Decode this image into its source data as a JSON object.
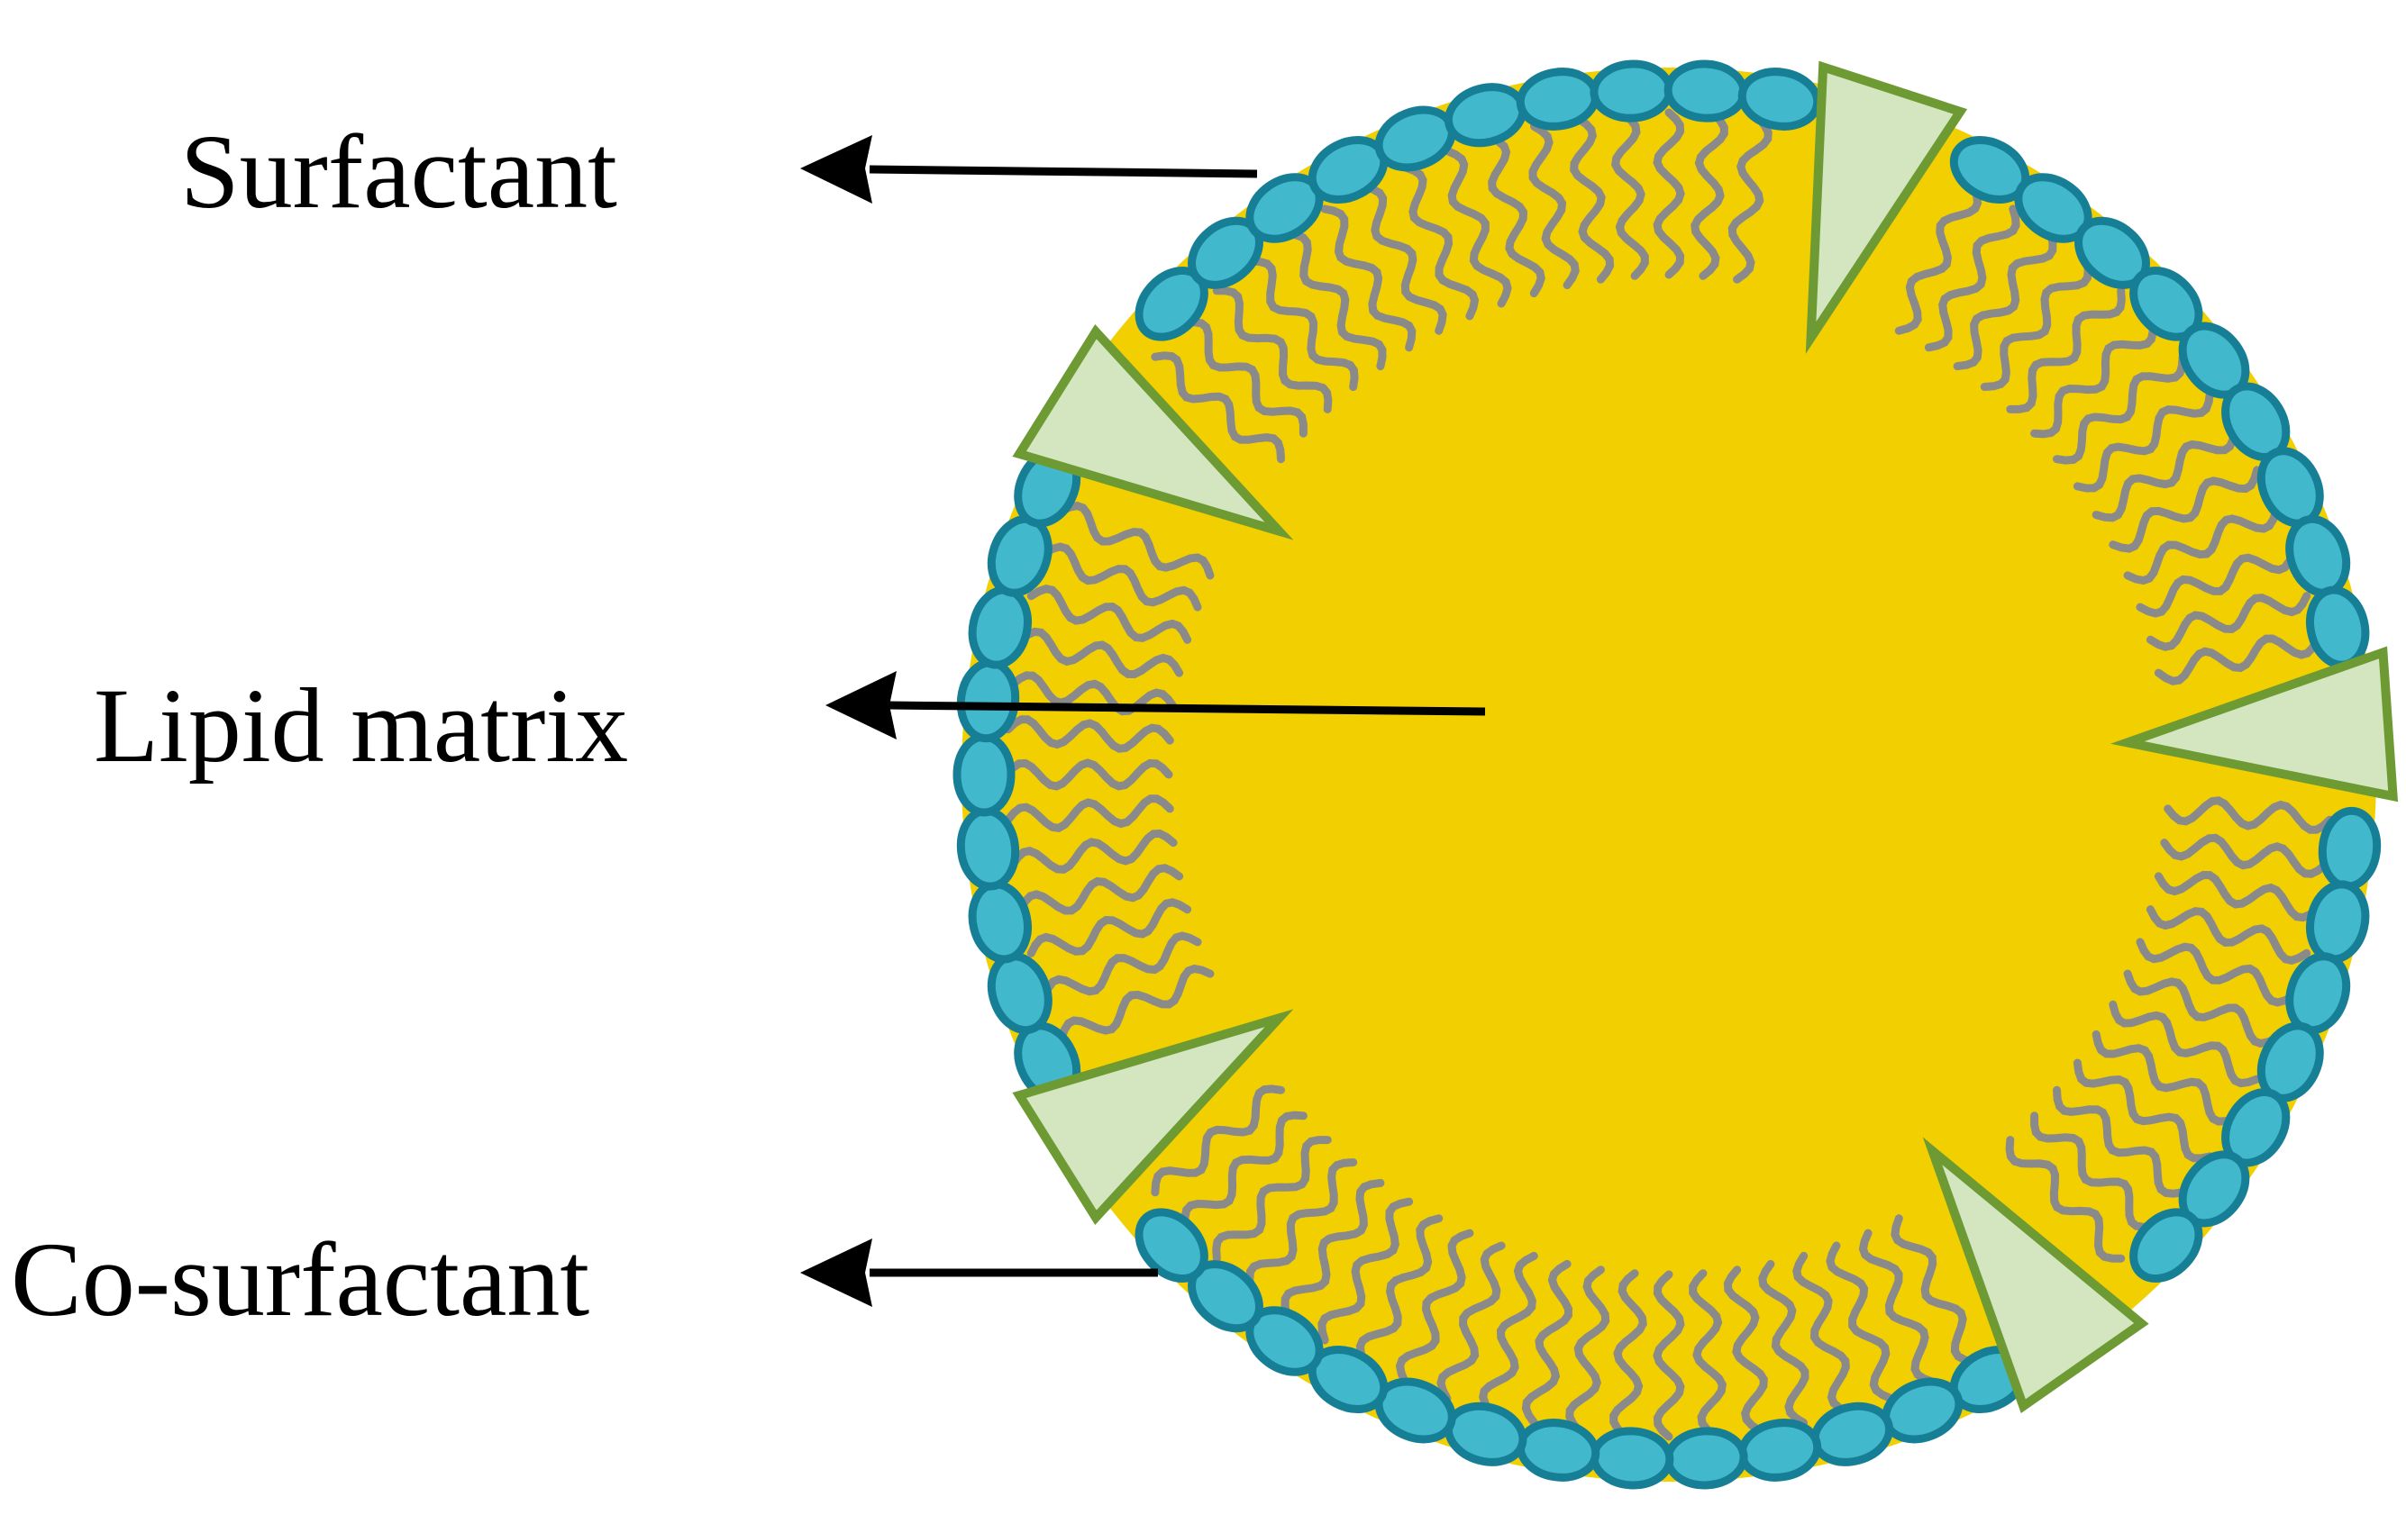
{
  "labels": {
    "surfactant": "Surfactant",
    "lipid_matrix": "Lipid matrix",
    "co_surfactant": "Co-surfactant"
  },
  "colors": {
    "lipid_core": "#F2CF00",
    "surfactant_head_fill": "#41B8CC",
    "surfactant_head_stroke": "#167F96",
    "surfactant_tail": "#8A8A8A",
    "co_surfactant_fill": "#D3E6C0",
    "co_surfactant_stroke": "#6E9A34",
    "arrow": "#000000",
    "text": "#000000"
  },
  "icons": {
    "arrow": "arrow-left-icon",
    "surfactant": "ellipse-head-icon",
    "co_surfactant": "triangle-icon"
  }
}
